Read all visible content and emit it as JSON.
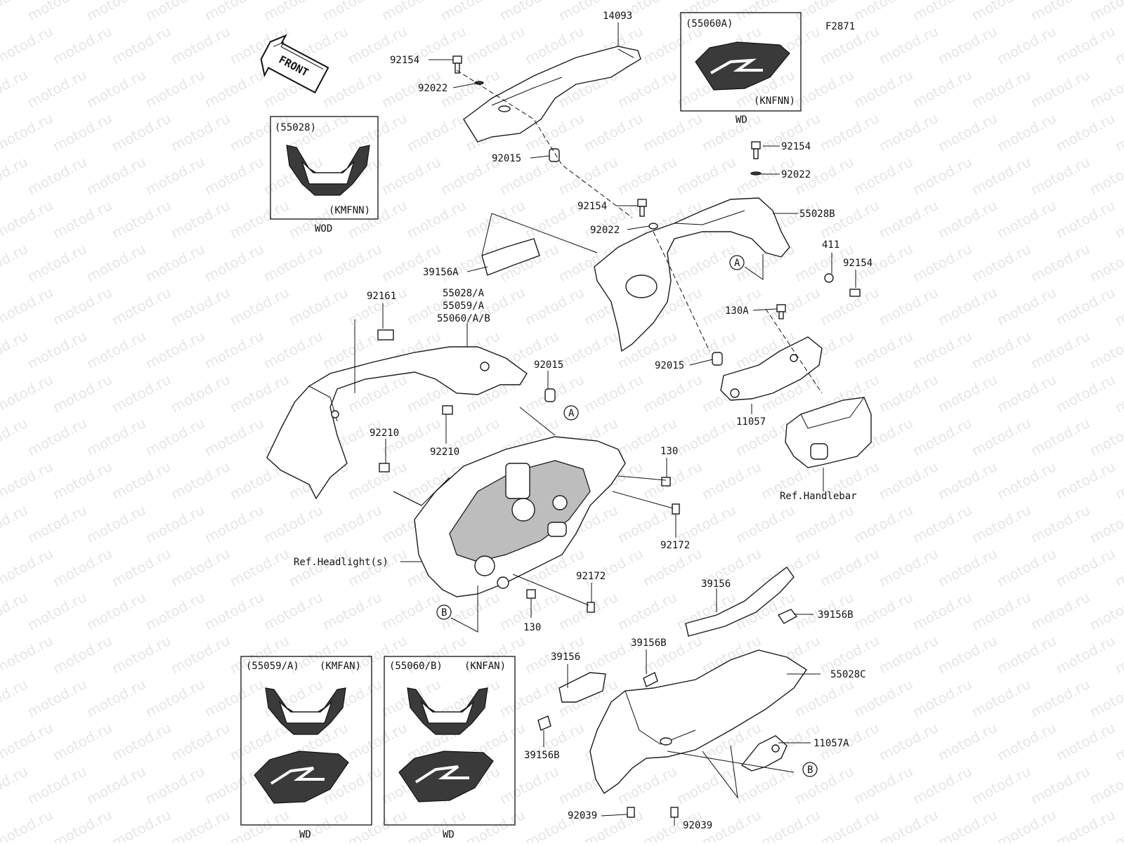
{
  "figure_id": "F2871",
  "front_arrow_label": "FRONT",
  "watermark": "motod.ru",
  "callouts": {
    "c14093": "14093",
    "c92154_top": "92154",
    "c92022_top": "92022",
    "c92015_top": "92015",
    "c92154_r1": "92154",
    "c92022_r1": "92022",
    "c55028B": "55028B",
    "c92154_mid": "92154",
    "c92022_mid": "92022",
    "c411": "411",
    "c92154_r2": "92154",
    "c39156A": "39156A",
    "c130A": "130A",
    "c92161": "92161",
    "c55028A_group_1": "55028/A",
    "c55028A_group_2": "55059/A",
    "c55028A_group_3": "55060/A/B",
    "c92015_mid": "92015",
    "c92015_right": "92015",
    "c11057": "11057",
    "c92210_a": "92210",
    "c92210_b": "92210",
    "c130_a": "130",
    "ref_handlebar": "Ref.Handlebar",
    "c92172_a": "92172",
    "ref_headlight": "Ref.Headlight(s)",
    "c92172_b": "92172",
    "c130_b": "130",
    "c39156": "39156",
    "c39156B_a": "39156B",
    "c39156_b": "39156",
    "c39156B_b": "39156B",
    "c55028C": "55028C",
    "c39156B_c": "39156B",
    "c11057A": "11057A",
    "c92039_a": "92039",
    "c92039_b": "92039"
  },
  "markers": {
    "a1": "A",
    "a2": "A",
    "b1": "B",
    "b2": "B"
  },
  "inset_boxes": {
    "box_55028": {
      "code": "(55028)",
      "variant": "(KMFNN)",
      "caption": "WOD"
    },
    "box_55060A": {
      "code": "(55060A)",
      "variant": "(KNFNN)",
      "caption": "WD"
    },
    "box_55059A": {
      "code": "(55059/A)",
      "variant": "(KMFAN)",
      "caption": "WD"
    },
    "box_55060B": {
      "code": "(55060/B)",
      "variant": "(KNFAN)",
      "caption": "WD"
    }
  }
}
